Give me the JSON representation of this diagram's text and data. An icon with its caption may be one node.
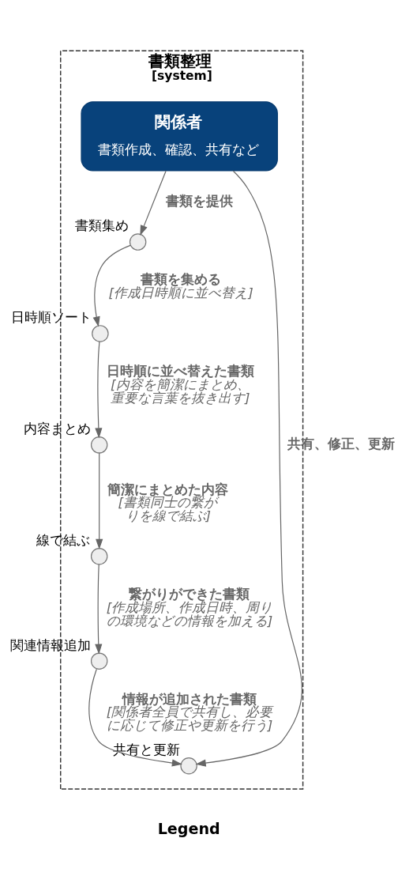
{
  "diagram": {
    "nodes": [
      {
        "text": [
          "書類整理",
          "[system]"
        ]
      },
      {
        "text": [
          "関係者",
          "書類作成、確認、共有など"
        ],
        "in": 0
      },
      {
        "text": [
          "書類集め"
        ],
        "in": 0
      },
      {
        "text": [
          "日時順ソート"
        ],
        "in": 0
      },
      {
        "text": [
          "内容まとめ"
        ],
        "in": 0
      },
      {
        "text": [
          "線で結ぶ"
        ],
        "in": 0
      },
      {
        "text": [
          "関連情報追加"
        ],
        "in": 0
      },
      {
        "text": [
          "共有と更新"
        ],
        "in": 0
      }
    ],
    "edges": [
      {
        "from": 1,
        "to": 2,
        "arrow": "to",
        "label": "書類を提供"
      },
      {
        "from": 2,
        "to": 3,
        "arrow": "to",
        "label": "書類を集める [作成日時順に並べ替え]"
      },
      {
        "from": 3,
        "to": 4,
        "arrow": "to",
        "label": "日時順に並べ替えた書類 [内容を簡潔にまとめ、重要な言葉を抜き出す]"
      },
      {
        "from": 4,
        "to": 5,
        "arrow": "to",
        "label": "簡潔にまとめた内容 [書類同士の繋がりを線で結ぶ]"
      },
      {
        "from": 5,
        "to": 6,
        "arrow": "to",
        "label": "繋がりができた書類 [作成場所、作成日時、周りの環境などの情報を加える]"
      },
      {
        "from": 6,
        "to": 7,
        "arrow": "to",
        "label": "情報が追加された書類 [関係者全員で共有し、必要に応じて修正や更新を行う]"
      },
      {
        "from": 1,
        "to": 7,
        "arrow": "to",
        "label": "共有、修正、更新"
      }
    ],
    "labels": [
      "Legend"
    ]
  }
}
